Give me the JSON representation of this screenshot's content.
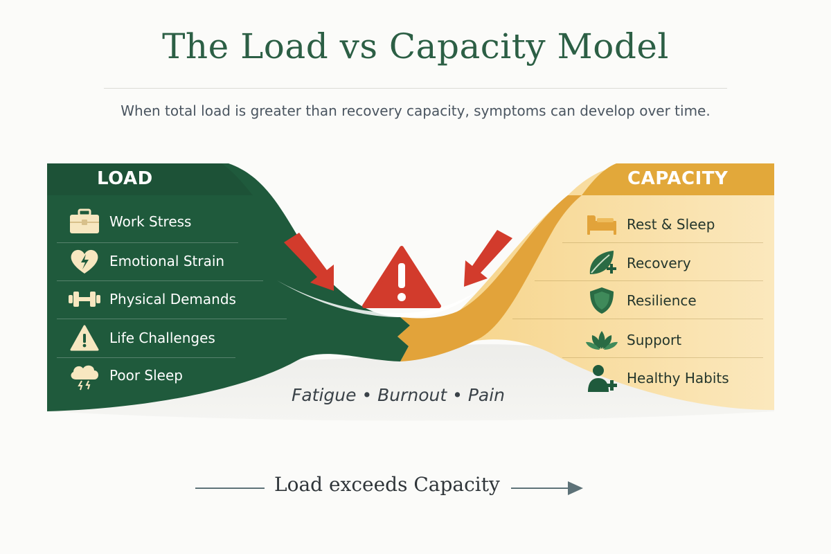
{
  "title": "The Load vs Capacity Model",
  "subtitle": "When total load is greater than recovery capacity, symptoms can develop over time.",
  "load": {
    "heading": "LOAD",
    "items": [
      {
        "label": "Work Stress",
        "icon": "briefcase-icon"
      },
      {
        "label": "Emotional Strain",
        "icon": "broken-heart-icon"
      },
      {
        "label": "Physical Demands",
        "icon": "dumbbell-icon"
      },
      {
        "label": "Life Challenges",
        "icon": "warning-triangle-icon"
      },
      {
        "label": "Poor Sleep",
        "icon": "storm-cloud-icon"
      }
    ]
  },
  "capacity": {
    "heading": "CAPACITY",
    "items": [
      {
        "label": "Rest & Sleep",
        "icon": "bed-icon"
      },
      {
        "label": "Recovery",
        "icon": "leaf-plus-icon"
      },
      {
        "label": "Resilience",
        "icon": "shield-icon"
      },
      {
        "label": "Support",
        "icon": "lotus-icon"
      },
      {
        "label": "Healthy Habits",
        "icon": "person-plus-icon"
      }
    ]
  },
  "symptoms": "Fatigue • Burnout • Pain",
  "footer": "Load exceeds Capacity",
  "colors": {
    "load_green": "#1f5a3c",
    "capacity_gold": "#e3a93a",
    "capacity_light": "#f8dfa4",
    "alert_red": "#d23b2c",
    "icon_cream": "#f7e7c0"
  }
}
